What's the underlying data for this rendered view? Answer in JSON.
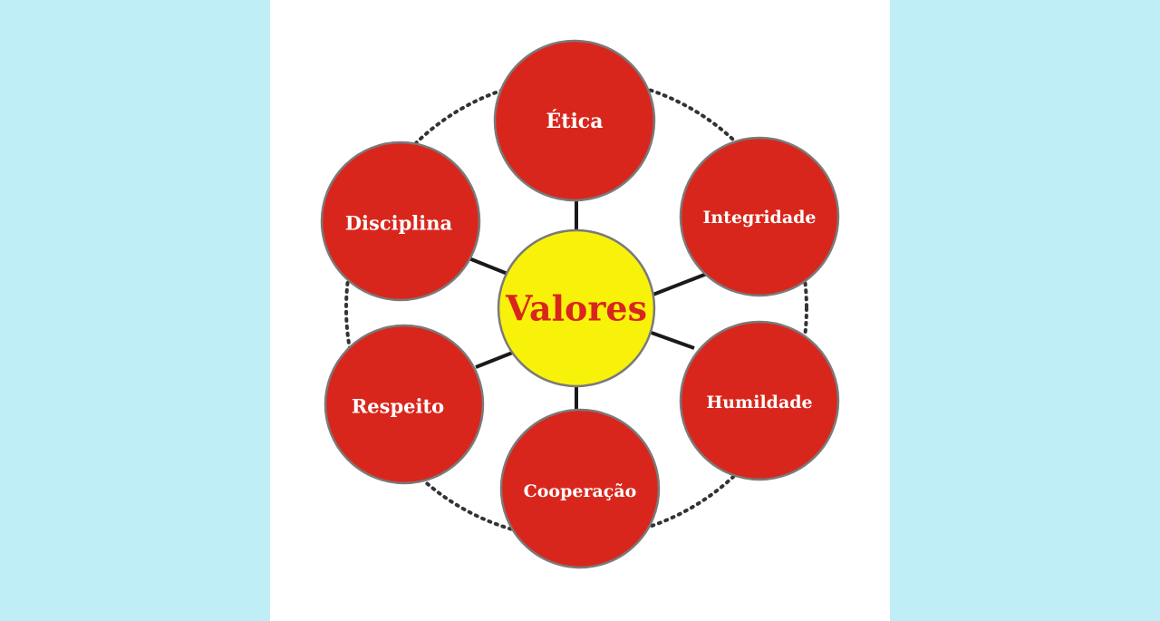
{
  "diagram": {
    "center": {
      "label": "Valores"
    },
    "nodes": [
      {
        "id": "etica",
        "label": "Ética"
      },
      {
        "id": "integridade",
        "label": "Integridade"
      },
      {
        "id": "humildade",
        "label": "Humildade"
      },
      {
        "id": "cooperacao",
        "label": "Cooperação"
      },
      {
        "id": "respeito",
        "label": "Respeito"
      },
      {
        "id": "disciplina",
        "label": "Disciplina"
      }
    ]
  },
  "colors": {
    "background": "#c0eef6",
    "canvas": "#ffffff",
    "node_fill": "#d9261c",
    "center_fill": "#f8f20a",
    "center_text": "#d9261c",
    "connector": "#1a1a1a",
    "dotted_ring": "#333333"
  }
}
